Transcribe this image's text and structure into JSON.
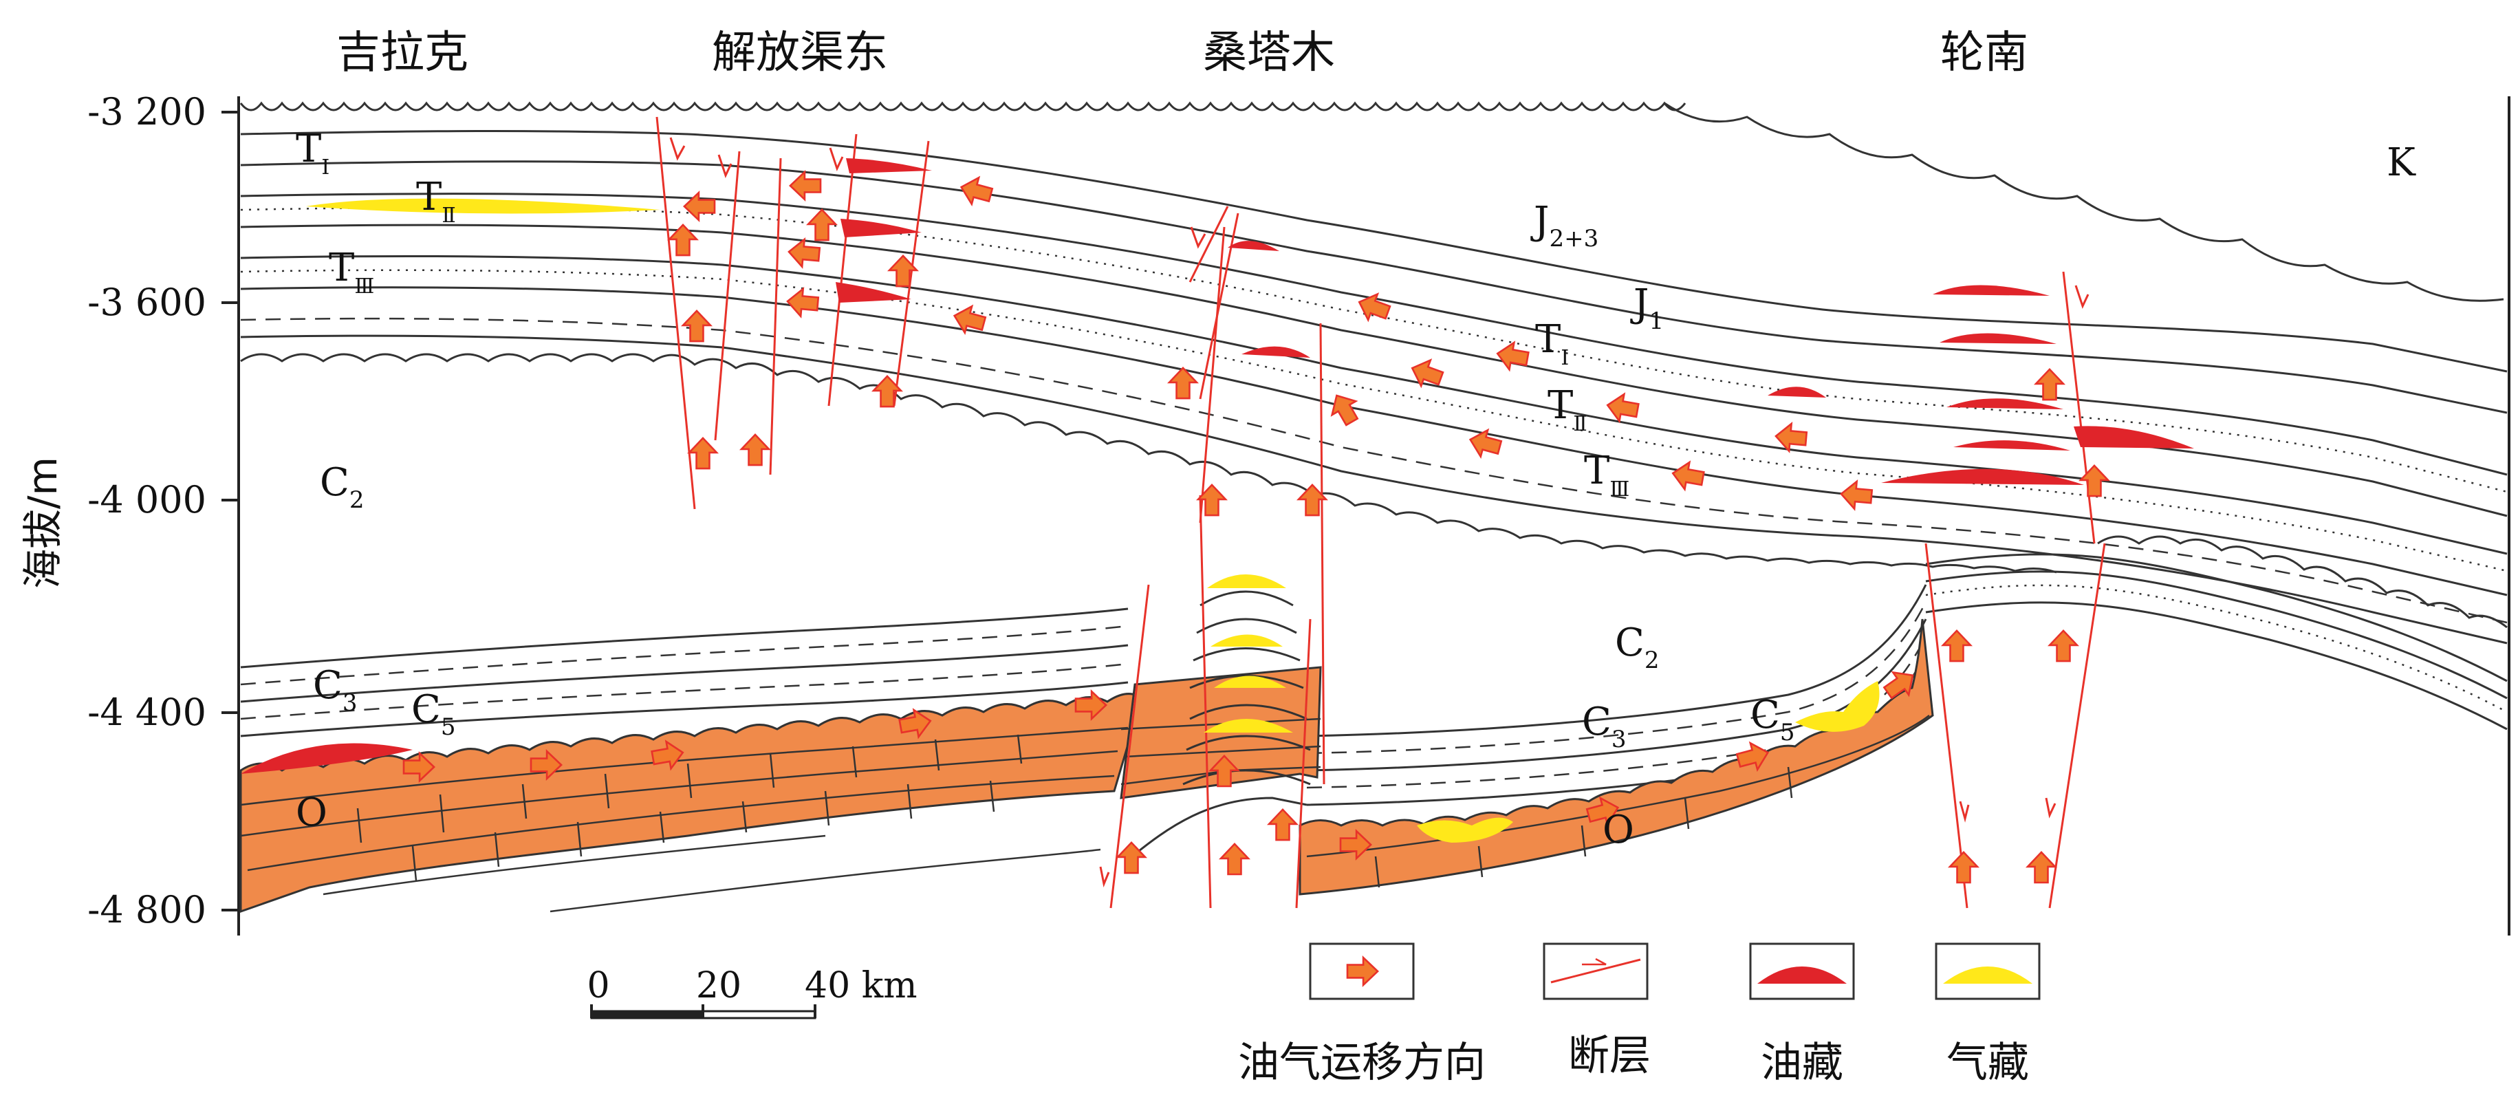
{
  "areas": [
    "吉拉克",
    "解放渠东",
    "桑塔木",
    "轮南"
  ],
  "y_axis": {
    "title": "海拔/m",
    "ticks": [
      "-3 200",
      "-3 600",
      "-4 000",
      "-4 400",
      "-4 800"
    ]
  },
  "strata": {
    "k": "K",
    "j23": "J",
    "j23_sub": "2+3",
    "j1": "J",
    "j1_sub": "1",
    "t": "T",
    "t1_sub": "Ⅰ",
    "t2_sub": "Ⅱ",
    "t3_sub": "Ⅲ",
    "c": "C",
    "c2_sub": "2",
    "c3_sub": "3",
    "c5_sub": "5",
    "o": "O"
  },
  "scale_bar": {
    "labels": [
      "0",
      "20",
      "40 km"
    ]
  },
  "legend": {
    "migration": "油气运移方向",
    "fault": "断层",
    "oil": "油藏",
    "gas": "气藏"
  },
  "colors": {
    "oil": "#e0242a",
    "gas": "#ffe81a",
    "fault": "#e8322a",
    "carbonate": "#f08a4a",
    "arrow": "#f27a2c"
  }
}
